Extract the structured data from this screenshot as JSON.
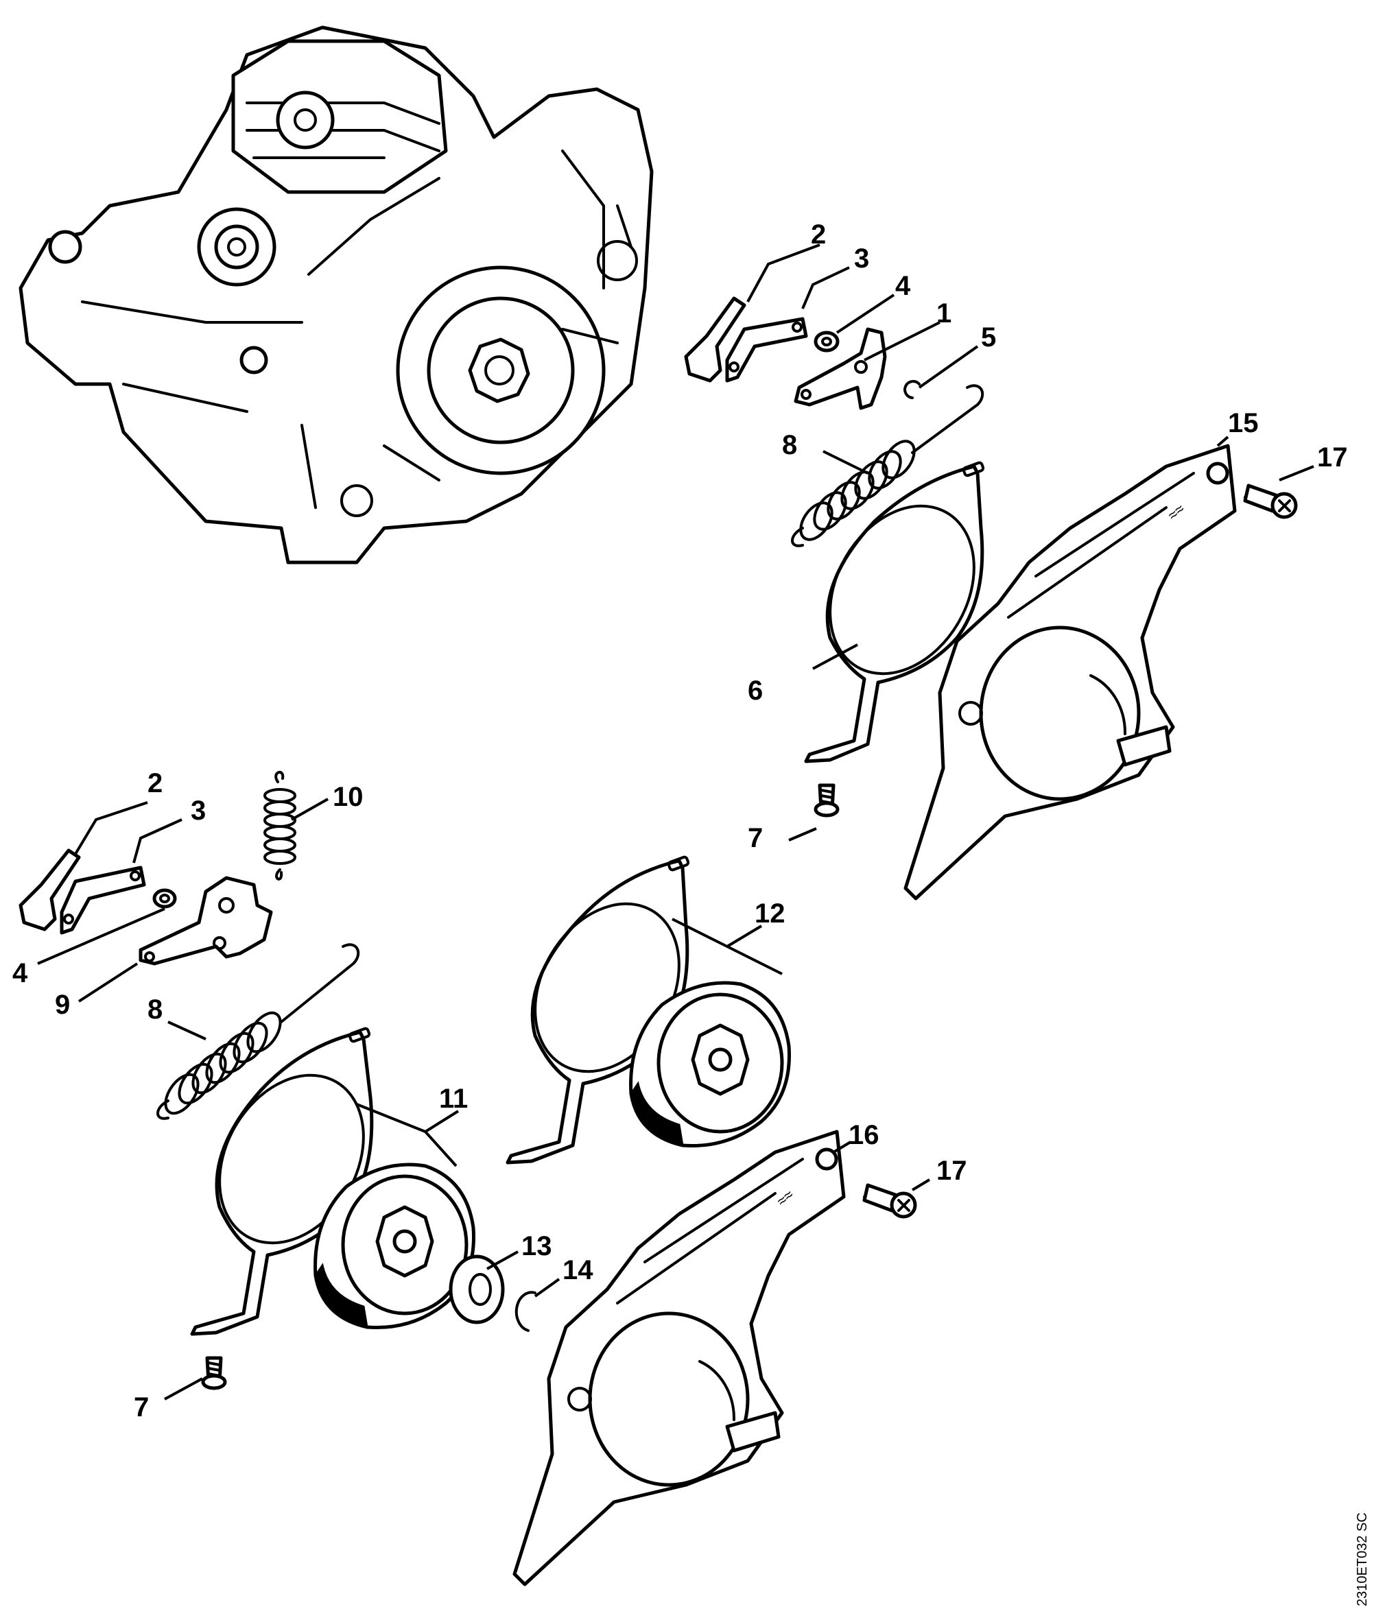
{
  "drawing_code": "2310ET032 SC",
  "callouts": [
    {
      "id": "c1",
      "label": "1"
    },
    {
      "id": "c2a",
      "label": "2"
    },
    {
      "id": "c3a",
      "label": "3"
    },
    {
      "id": "c4a",
      "label": "4"
    },
    {
      "id": "c5",
      "label": "5"
    },
    {
      "id": "c6",
      "label": "6"
    },
    {
      "id": "c7a",
      "label": "7"
    },
    {
      "id": "c8a",
      "label": "8"
    },
    {
      "id": "c15",
      "label": "15"
    },
    {
      "id": "c17a",
      "label": "17"
    },
    {
      "id": "c2b",
      "label": "2"
    },
    {
      "id": "c3b",
      "label": "3"
    },
    {
      "id": "c4b",
      "label": "4"
    },
    {
      "id": "c9",
      "label": "9"
    },
    {
      "id": "c10",
      "label": "10"
    },
    {
      "id": "c8b",
      "label": "8"
    },
    {
      "id": "c11",
      "label": "11"
    },
    {
      "id": "c12",
      "label": "12"
    },
    {
      "id": "c13",
      "label": "13"
    },
    {
      "id": "c14",
      "label": "14"
    },
    {
      "id": "c7b",
      "label": "7"
    },
    {
      "id": "c16",
      "label": "16"
    },
    {
      "id": "c17b",
      "label": "17"
    }
  ],
  "icons": {
    "engine": "engine-housing-illustration",
    "brake_band": "brake-band-illustration",
    "sprocket": "sprocket-drum-illustration",
    "cover": "chain-sprocket-cover-illustration",
    "spring": "tension-spring-illustration",
    "screw": "screw-illustration"
  }
}
